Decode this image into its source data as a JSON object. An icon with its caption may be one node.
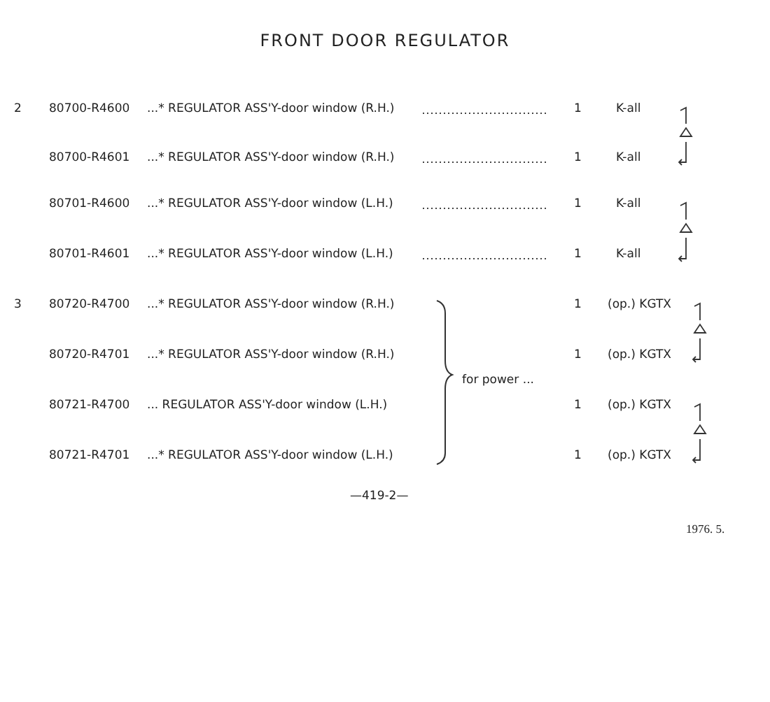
{
  "diagram": {
    "title": "FRONT DOOR REGULATOR",
    "labels": [
      "2",
      "80700-R4600",
      "...* REGULATOR ASS'Y-door window (R.H.)",
      "1",
      "K-all",
      "80700-R4601",
      "...* REGULATOR ASS'Y-door window (R.H.)",
      "1",
      "K-all",
      "80701-R4600",
      "...* REGULATOR ASS'Y-door window (L.H.)",
      "1",
      "K-all",
      "80701-R4601",
      "...* REGULATOR ASS'Y-door window (L.H.)",
      "1",
      "K-all",
      "3",
      "80720-R4700",
      "...* REGULATOR ASS'Y-door window (R.H.)",
      "1",
      "(op.) KGTX",
      "80720-R4701",
      "...* REGULATOR ASS'Y-door window (R.H.)",
      "1",
      "(op.) KGTX",
      "for power ...",
      "80721-R4700",
      "... REGULATOR ASS'Y-door window (L.H.)",
      "1",
      "(op.) KGTX",
      "80721-R4701",
      "...* REGULATOR ASS'Y-door window (L.H.)",
      "1",
      "(op.) KGTX",
      "—419-2—",
      "1976. 5."
    ]
  }
}
